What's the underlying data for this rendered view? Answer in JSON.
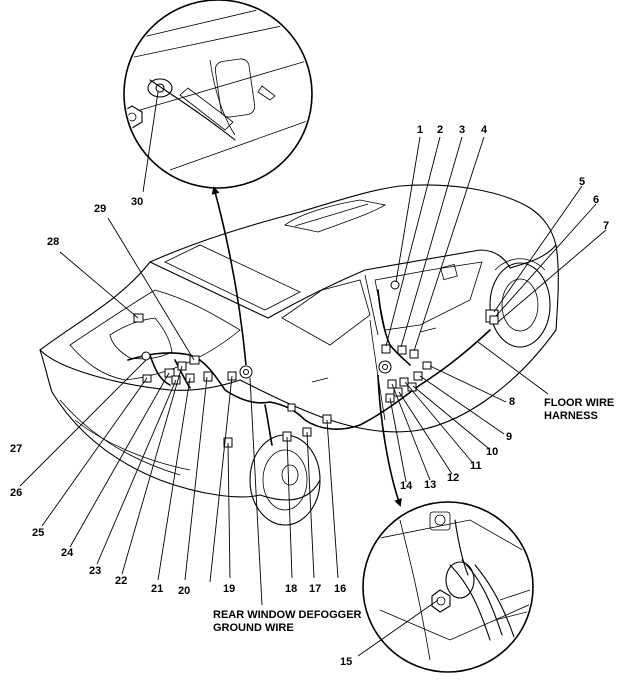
{
  "callout_numbers": [
    "1",
    "2",
    "3",
    "4",
    "5",
    "6",
    "7",
    "8",
    "9",
    "10",
    "11",
    "12",
    "13",
    "14",
    "15",
    "16",
    "17",
    "18",
    "19",
    "20",
    "21",
    "22",
    "23",
    "24",
    "25",
    "26",
    "27",
    "28",
    "29",
    "30"
  ],
  "labels": {
    "floor_wire_harness_line1": "FLOOR WIRE",
    "floor_wire_harness_line2": "HARNESS",
    "rear_defogger_line1": "REAR WINDOW DEFOGGER",
    "rear_defogger_line2": "GROUND WIRE"
  }
}
